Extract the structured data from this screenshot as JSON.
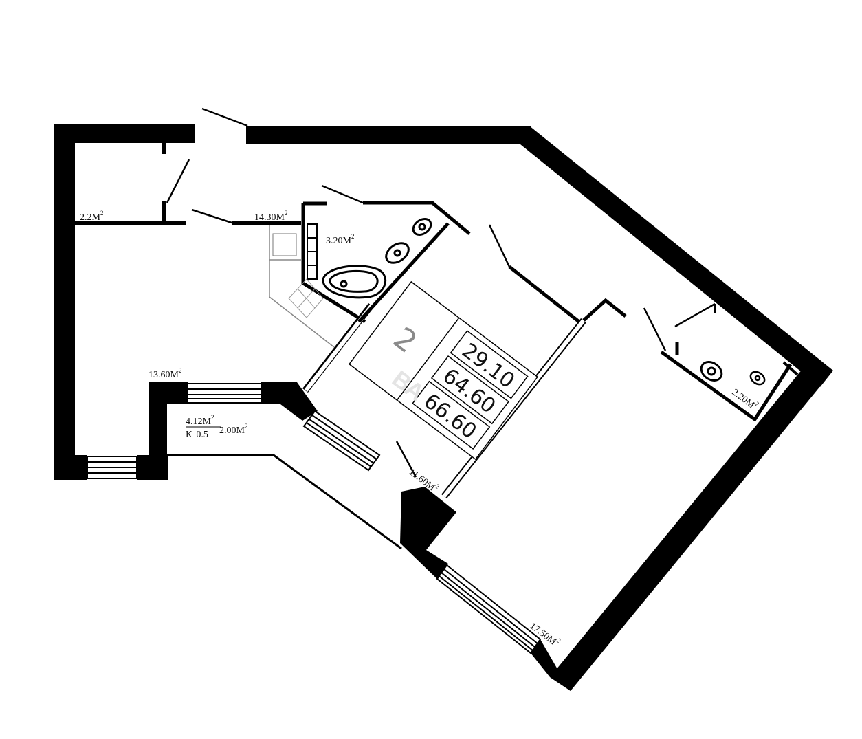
{
  "plan": {
    "rooms_count": "2",
    "areas": {
      "living": "29.10",
      "total": "64.60",
      "total_with_balcony": "66.60"
    },
    "watermark": "ВА",
    "labels": {
      "storage": "2.2",
      "hall": "14.30",
      "bathroom": "3.20",
      "kitchen": "13.60",
      "balcony_main": "4.12",
      "balcony_coef_k": "К",
      "balcony_coef_value": "0.5",
      "balcony_reduced": "2.00",
      "bedroom_small": "11.60",
      "wc": "2.20",
      "bedroom_large": "17.50"
    },
    "unit": "М",
    "unit_sup": "2"
  }
}
